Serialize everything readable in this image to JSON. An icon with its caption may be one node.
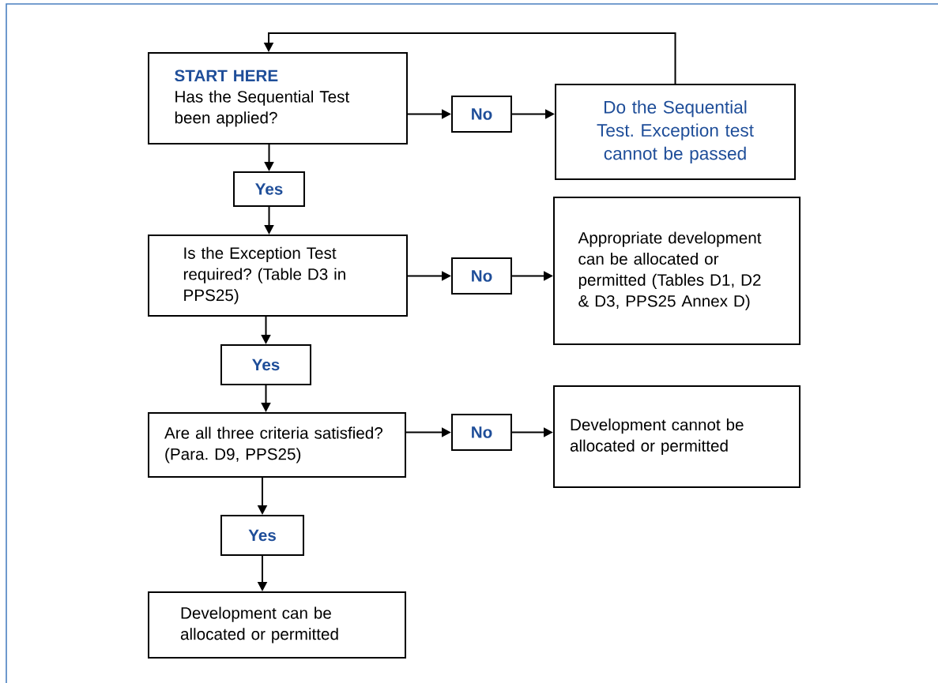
{
  "diagram": {
    "nodes": [
      {
        "text": [
          "START HERE",
          "Has the Sequential Test been applied?"
        ]
      },
      {
        "text": [
          "No"
        ]
      },
      {
        "text": [
          "Do the Sequential Test. Exception test cannot be passed"
        ]
      },
      {
        "text": [
          "Yes"
        ]
      },
      {
        "text": [
          "Is the Exception Test required? (Table D3 in PPS25)"
        ]
      },
      {
        "text": [
          "No"
        ]
      },
      {
        "text": [
          "Appropriate development can be allocated or permitted (Tables D1, D2 & D3, PPS25 Annex D)"
        ]
      },
      {
        "text": [
          "Yes"
        ]
      },
      {
        "text": [
          "Are all three criteria satisfied? (Para. D9, PPS25)"
        ]
      },
      {
        "text": [
          "No"
        ]
      },
      {
        "text": [
          "Development cannot be allocated or permitted"
        ]
      },
      {
        "text": [
          "Yes"
        ]
      },
      {
        "text": [
          "Development can be allocated or permitted"
        ]
      }
    ],
    "edges": [
      {
        "from": 0,
        "to": 1,
        "arrow": "to"
      },
      {
        "from": 1,
        "to": 2,
        "arrow": "to"
      },
      {
        "from": 2,
        "to": 0,
        "arrow": "to"
      },
      {
        "from": 0,
        "to": 3,
        "arrow": "to"
      },
      {
        "from": 3,
        "to": 4,
        "arrow": "to"
      },
      {
        "from": 4,
        "to": 5,
        "arrow": "to"
      },
      {
        "from": 5,
        "to": 6,
        "arrow": "to"
      },
      {
        "from": 4,
        "to": 7,
        "arrow": "to"
      },
      {
        "from": 7,
        "to": 8,
        "arrow": "to"
      },
      {
        "from": 8,
        "to": 9,
        "arrow": "to"
      },
      {
        "from": 9,
        "to": 10,
        "arrow": "to"
      },
      {
        "from": 8,
        "to": 11,
        "arrow": "to"
      },
      {
        "from": 11,
        "to": 12,
        "arrow": "to"
      }
    ]
  }
}
